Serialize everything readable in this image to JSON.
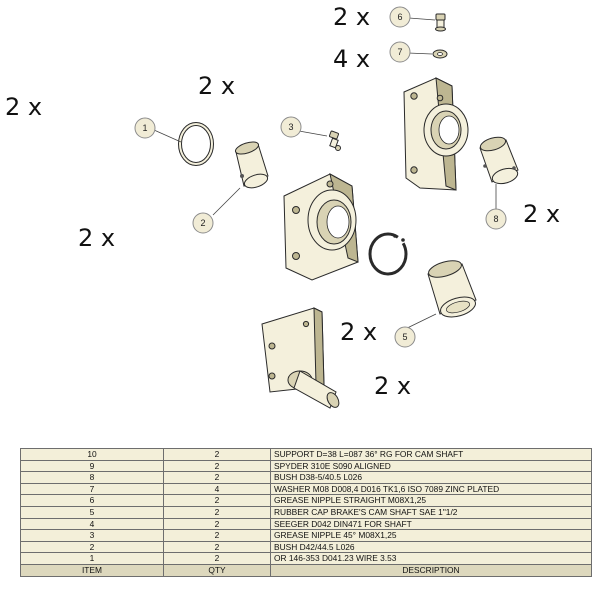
{
  "quantity_labels": [
    "2 x",
    "4 x",
    "2 x",
    "2 x",
    "2 x",
    "2 x",
    "2 x",
    "2 x"
  ],
  "balloons": [
    "1",
    "2",
    "3",
    "5",
    "6",
    "7",
    "8"
  ],
  "bom": {
    "headers": {
      "item": "ITEM",
      "qty": "QTY",
      "description": "DESCRIPTION"
    },
    "rows": [
      {
        "item": "10",
        "qty": "2",
        "description": "SUPPORT D=38 L=087 36° RG FOR CAM SHAFT"
      },
      {
        "item": "9",
        "qty": "2",
        "description": "SPYDER 310E S090 ALIGNED"
      },
      {
        "item": "8",
        "qty": "2",
        "description": "BUSH D38-5/40.5  L026"
      },
      {
        "item": "7",
        "qty": "4",
        "description": "WASHER M08 D008,4 D016 TK1,6 ISO 7089 ZINC PLATED"
      },
      {
        "item": "6",
        "qty": "2",
        "description": "GREASE NIPPLE STRAIGHT M08X1,25"
      },
      {
        "item": "5",
        "qty": "2",
        "description": "RUBBER CAP BRAKE'S CAM SHAFT SAE 1\"1/2"
      },
      {
        "item": "4",
        "qty": "2",
        "description": "SEEGER D042 DIN471 FOR SHAFT"
      },
      {
        "item": "3",
        "qty": "2",
        "description": "GREASE NIPPLE 45° M08X1,25"
      },
      {
        "item": "2",
        "qty": "2",
        "description": "BUSH  D42/44.5  L026"
      },
      {
        "item": "1",
        "qty": "2",
        "description": "OR 146-353 D041.23 WIRE 3.53"
      }
    ]
  }
}
